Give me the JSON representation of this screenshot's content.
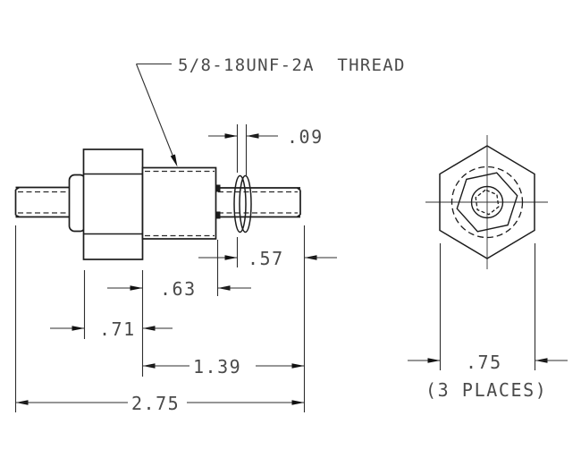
{
  "drawing": {
    "title": "threaded-stud-with-hex-nut",
    "thread_callout": "5/8-18UNF-2A  THREAD",
    "dims": {
      "washer_thickness": ".09",
      "right_stud_length": ".57",
      "threaded_body_length": ".63",
      "hex_nut_width": ".71",
      "body_and_stud_length": "1.39",
      "overall_length": "2.75",
      "hex_across_flats": ".75",
      "places_note": "(3 PLACES)"
    },
    "colors": {
      "background": "#ffffff",
      "line": "#1c1c1c",
      "dimension_line": "#2e2e2e",
      "text": "#4a4a4a"
    }
  }
}
